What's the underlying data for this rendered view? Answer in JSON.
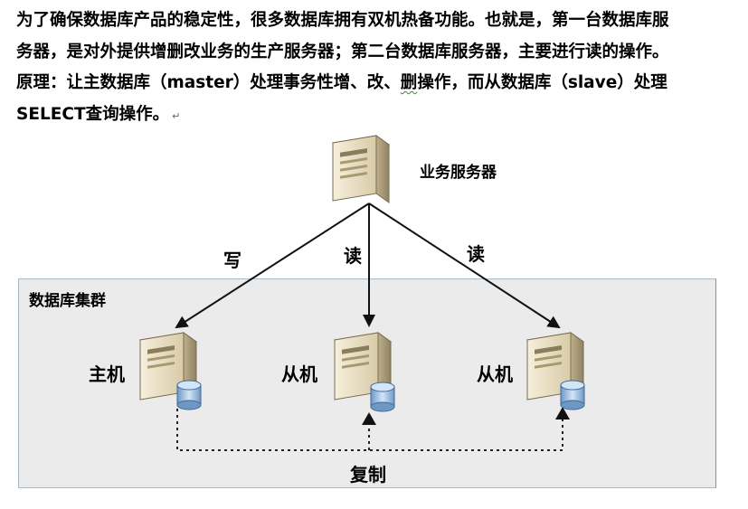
{
  "paragraph": {
    "line1": "为了确保数据库产品的稳定性，很多数据库拥有双机热备功能。也就是，第一台数据库服",
    "line2": "务器，是对外提供增删改业务的生产服务器；第二台数据库服务器，主要进行读的操作。",
    "line3a": "原理：让主数据库（master）处理事务性增、改、",
    "line3b": "删",
    "line3c": "操作，而从数据库（slave）处理",
    "line4": "SELECT查询操作。",
    "return_mark": "↵"
  },
  "diagram": {
    "app_server_label": "业务服务器",
    "cluster_label": "数据库集群",
    "master_label": "主机",
    "slave1_label": "从机",
    "slave2_label": "从机",
    "arrow_write_label": "写",
    "arrow_read1_label": "读",
    "arrow_read2_label": "读",
    "replication_label": "复制"
  },
  "colors": {
    "cluster_bg": "#ebebeb",
    "server_body": "#e2d7bd",
    "db_cylinder": "#a9c7e6"
  }
}
